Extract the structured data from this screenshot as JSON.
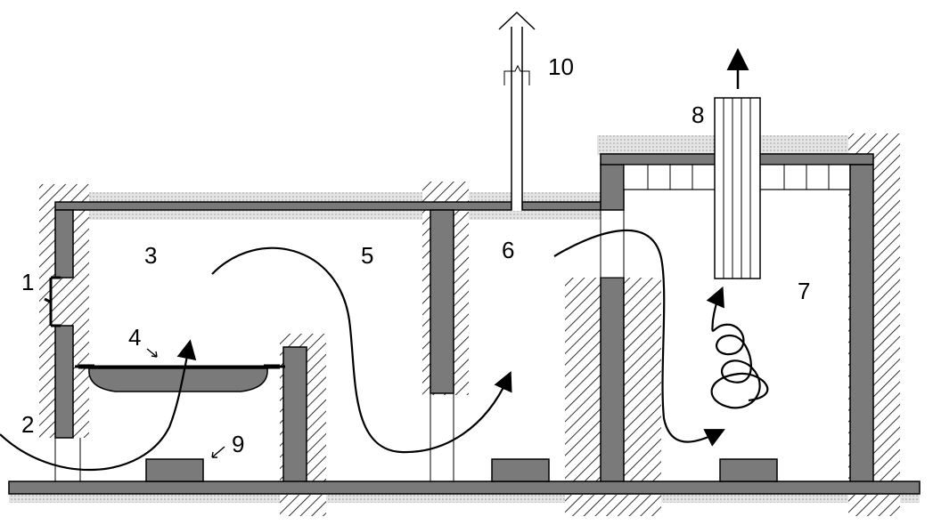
{
  "labels": {
    "l1": "1",
    "l2": "2",
    "l3": "3",
    "l4": "4",
    "l5": "5",
    "l6": "6",
    "l7": "7",
    "l8": "8",
    "l9": "9",
    "l10": "10"
  },
  "colors": {
    "wall": "#7a7a7a",
    "stipple": "#d9d9d9",
    "line": "#000000",
    "background": "#ffffff"
  }
}
